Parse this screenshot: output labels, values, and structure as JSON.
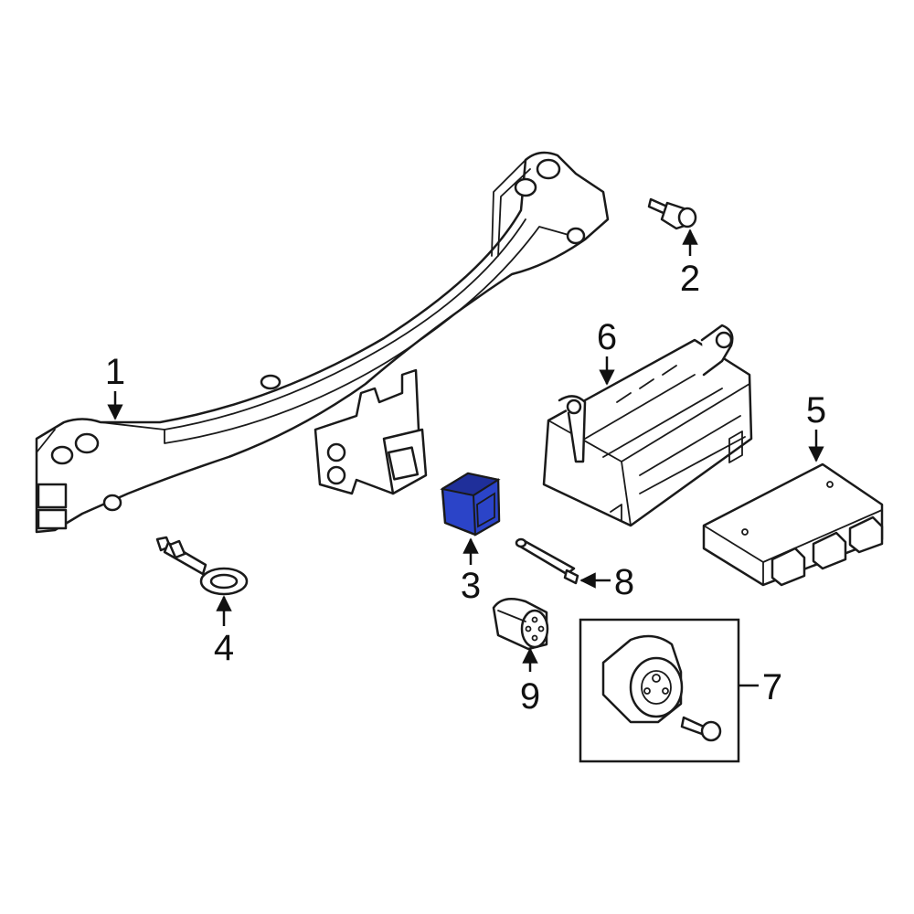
{
  "colors": {
    "highlight": "#2b44c8",
    "highlight_dark": "#1f2f9a",
    "line": "#1a1a1a",
    "background": "#ffffff"
  },
  "callouts": [
    {
      "id": "1",
      "label": "1",
      "part": "hitch-crossmember"
    },
    {
      "id": "2",
      "label": "2",
      "part": "bolt"
    },
    {
      "id": "3",
      "label": "3",
      "part": "receiver-cover"
    },
    {
      "id": "4",
      "label": "4",
      "part": "tow-eye"
    },
    {
      "id": "5",
      "label": "5",
      "part": "control-module"
    },
    {
      "id": "6",
      "label": "6",
      "part": "wiring-harness-bracket"
    },
    {
      "id": "7",
      "label": "7",
      "part": "trailer-socket-kit"
    },
    {
      "id": "8",
      "label": "8",
      "part": "pin"
    },
    {
      "id": "9",
      "label": "9",
      "part": "connector"
    }
  ]
}
